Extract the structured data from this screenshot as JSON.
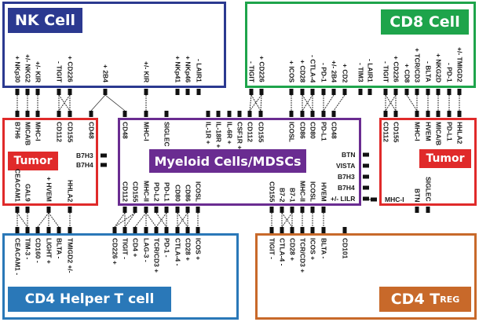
{
  "cells": {
    "nk": {
      "title": "NK Cell",
      "color": "#2b3990",
      "markers": [
        "+ NKp30",
        "+/- NKG2",
        "+/- KIR",
        "- TIGIT",
        "+ CD226",
        "+ 2B4",
        "+/- KIR",
        "+ NKp41",
        "+ NKp46",
        "- LAIR1"
      ]
    },
    "cd8": {
      "title": "CD8 Cell",
      "color": "#1ea44b",
      "markers": [
        "- TIGIT",
        "+ CD226",
        "+ ICOS",
        "+ CD28",
        "- CTLA-4",
        "- PD-1",
        "+/- 2B4",
        "+ CD2",
        "- TIM3",
        "- LAIR1",
        "- TIGIT",
        "+ CD226",
        "+ CD8",
        "+ TCR/CD3",
        "- BLTA",
        "+ NKG2D",
        "- PD-1",
        "+/- TMIGD2"
      ]
    },
    "tumor_left": {
      "title": "Tumor",
      "color": "#e02a2a",
      "top_markers": [
        "B7H6",
        "MICA/B",
        "MHC-I",
        "CD112",
        "CD155",
        "CD48"
      ],
      "side_markers": [
        "B7H3",
        "B7H4"
      ],
      "bottom_markers": [
        "CEACAM1",
        "GAL9",
        "+ HVEM",
        "HHLA2"
      ]
    },
    "myeloid": {
      "title": "Myeloid Cells/MDSCs",
      "color": "#6a2c91",
      "top_markers": [
        "CD48",
        "MHC-I",
        "SIGLEC",
        "IL-1R +",
        "IL-18R +",
        "IL-6R +",
        "CSF1R +",
        "CD112",
        "CD155",
        "ICOSL",
        "CD86",
        "CD80",
        "PD-L1",
        "CD48"
      ],
      "side_markers": [
        "BTN",
        "VISTA",
        "B7H3",
        "B7H4",
        "+/- LILR"
      ],
      "bottom_markers": [
        "CD112",
        "CD155",
        "MHC-II",
        "PD-L2",
        "PD-L1",
        "CD80",
        "CD86",
        "ICOSL",
        "CD155",
        "B7-2",
        "B7-1",
        "MHC-II",
        "ICOSL",
        "HVEM"
      ]
    },
    "tumor_right": {
      "title": "Tumor",
      "color": "#e02a2a",
      "top_markers": [
        "CD112",
        "CD155",
        "MHC-I",
        "HVEM",
        "MICA/B",
        "PD-L1",
        "HHLA2"
      ],
      "side_markers": [
        "MHC-I"
      ],
      "bottom_markers": [
        "BTN",
        "SIGLEC"
      ]
    },
    "cd4_helper": {
      "title": "CD4 Helper T cell",
      "color": "#2a78b8",
      "markers": [
        "CEACAM1 -",
        "TIM-3 -",
        "CD160 -",
        "LIGHT +",
        "BLTA -",
        "TMIGD2 +/-",
        "CD226 +",
        "TIGIT -",
        "CD4 +",
        "LAG-3 -",
        "TCR/CD3 +",
        "PD-1 -",
        "CTLA-4 -",
        "CD28 +",
        "ICOS +"
      ]
    },
    "cd4_treg": {
      "title": "CD4 T",
      "title_sub": "REG",
      "color": "#c8692a",
      "markers": [
        "TIGIT -",
        "CTLA-4 -",
        "CD28 +",
        "TCR/CD3 +",
        "ICOS +",
        "BLTA -",
        "CD101"
      ]
    }
  }
}
